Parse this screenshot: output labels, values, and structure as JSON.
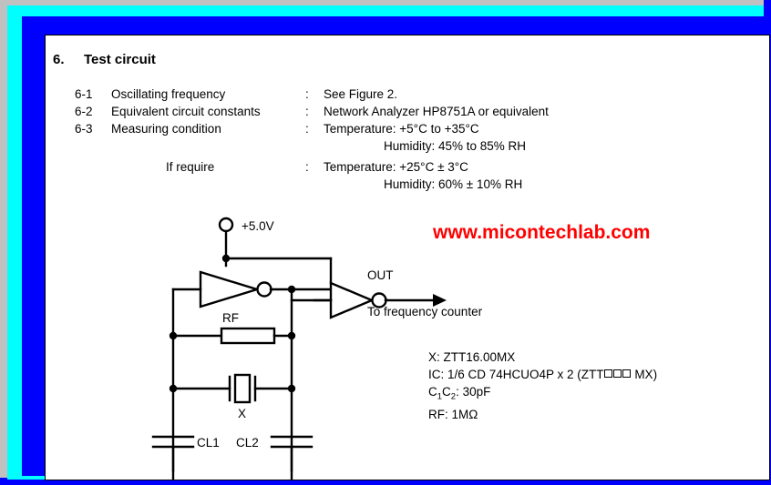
{
  "page": {
    "heading_number": "6.",
    "heading_title": "Test circuit"
  },
  "spec_list": [
    {
      "num": "6-1",
      "label": "Oscillating frequency",
      "colon": ":",
      "value": "See Figure 2."
    },
    {
      "num": "6-2",
      "label": "Equivalent circuit constants",
      "colon": ":",
      "value": "Network Analyzer HP8751A or equivalent"
    },
    {
      "num": "6-3",
      "label": "Measuring condition",
      "colon": ":",
      "value": "Temperature: +5°C to +35°C"
    },
    {
      "num": "",
      "label": "",
      "colon": "",
      "value": "Humidity: 45% to 85% RH"
    },
    {
      "num": "",
      "label": "If require",
      "colon": ":",
      "value": "Temperature: +25°C ± 3°C"
    },
    {
      "num": "",
      "label": "",
      "colon": "",
      "value": "Humidity: 60% ± 10% RH"
    }
  ],
  "watermark": {
    "text": "www.micontechlab.com",
    "color": "#ff0000"
  },
  "schematic": {
    "supply_label": "+5.0V",
    "out_label": "OUT",
    "out_destination": "To frequency counter",
    "resistor_label": "RF",
    "crystal_label": "X",
    "cap1_label": "CL1",
    "cap2_label": "CL2"
  },
  "legend": {
    "crystal": "X: ZTT16.00MX",
    "ic_prefix": "IC: 1/6 CD 74HCUO4P x 2 (ZTT",
    "ic_suffix": "MX)",
    "capacitors_prefix": "C",
    "capacitors_sub1": "1",
    "capacitors_mid": "C",
    "capacitors_sub2": "2",
    "capacitors_value": ": 30pF",
    "resistor": "RF: 1MΩ"
  },
  "colors": {
    "frame_blue": "#0000ff",
    "frame_cyan": "#00ffff",
    "frame_gray": "#c0c0c0",
    "sheet": "#ffffff",
    "ink": "#000000",
    "watermark_red": "#ff0000"
  }
}
